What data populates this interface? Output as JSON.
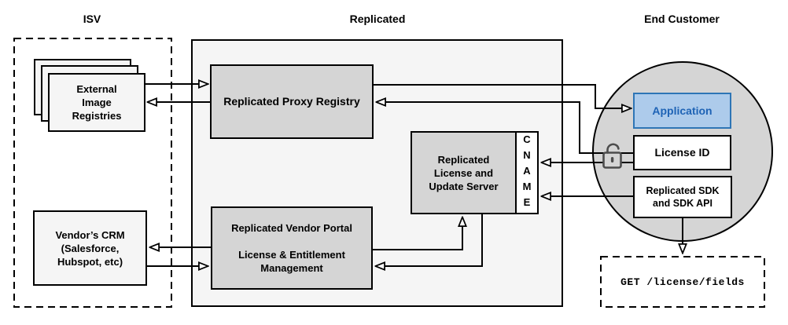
{
  "titles": {
    "isv": "ISV",
    "replicated": "Replicated",
    "end_customer": "End Customer"
  },
  "nodes": {
    "external_registries": "External\nImage\nRegistries",
    "vendor_crm": "Vendor’s CRM\n(Salesforce,\nHubspot, etc)",
    "proxy_registry": "Replicated Proxy Registry",
    "license_update_server": "Replicated\nLicense and\nUpdate Server",
    "cname": "CNAME",
    "vendor_portal": "Replicated Vendor Portal\n\nLicense & Entitlement\nManagement",
    "application": "Application",
    "license_id": "License ID",
    "replicated_sdk": "Replicated SDK\nand SDK API",
    "get_endpoint": "GET /license/fields"
  },
  "icons": {
    "lock": "unlocked-padlock-icon"
  },
  "colors": {
    "panel_light": "#F5F5F5",
    "panel_gray": "#D5D5D5",
    "line_black": "#000000",
    "accent_blue_fill": "#ADCBEB",
    "accent_blue_border": "#2E75B6",
    "accent_blue_text": "#1E63B5",
    "lock_gray": "#4D4D4D"
  }
}
